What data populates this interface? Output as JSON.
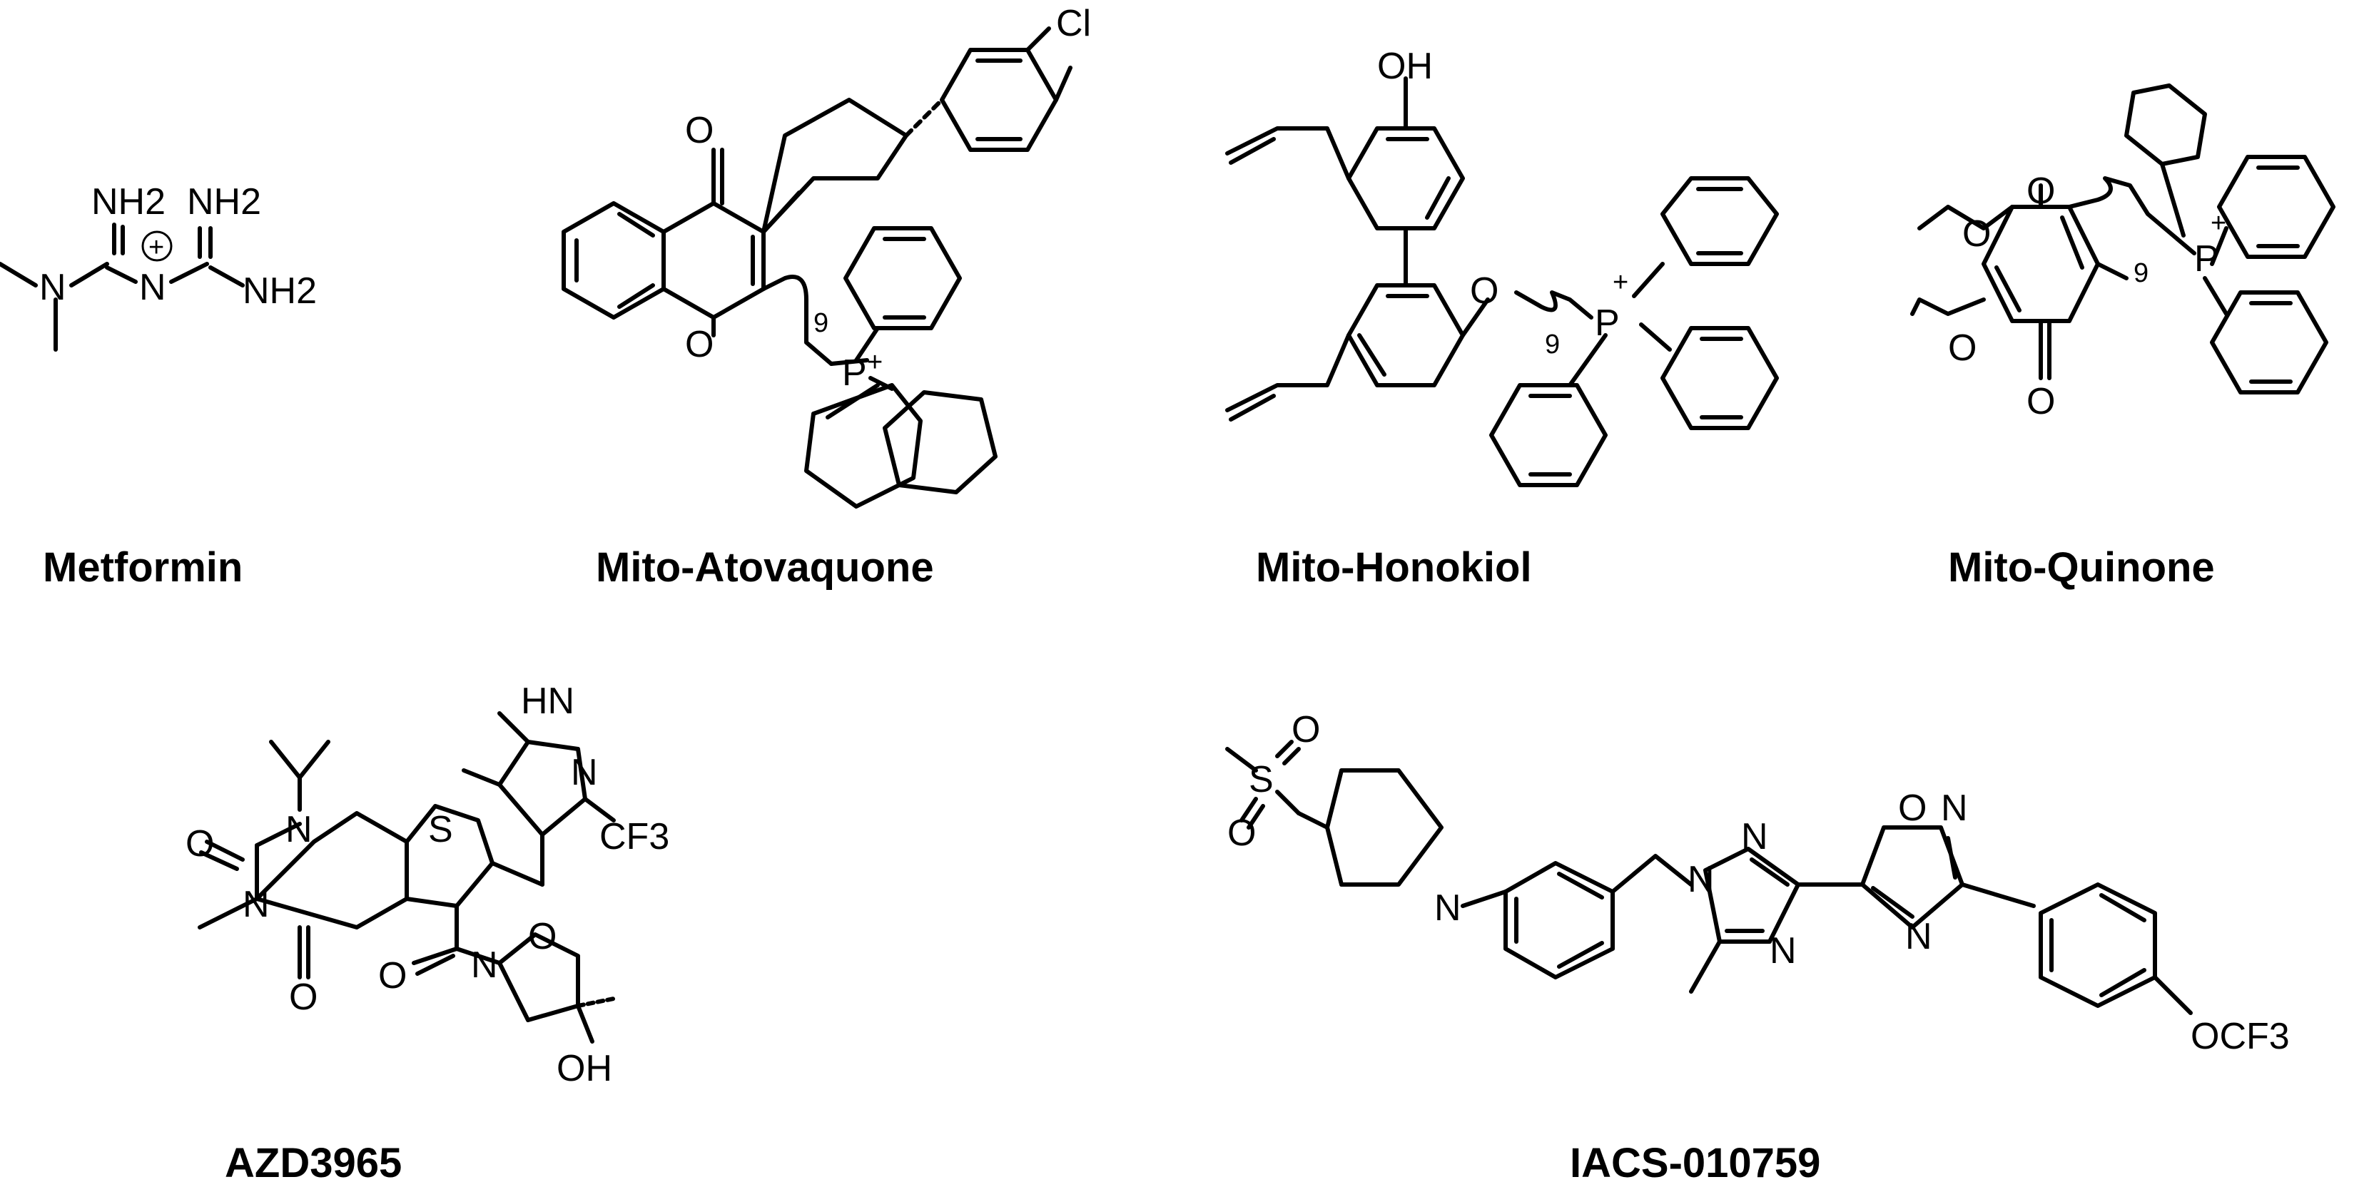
{
  "figure": {
    "compounds": [
      {
        "id": "metformin",
        "name": "Metformin",
        "labels": {
          "nh2_a": "NH2",
          "nh2_b": "NH2",
          "nh2_c": "NH2",
          "n_center": "N",
          "n_left": "N",
          "charge": "+"
        }
      },
      {
        "id": "mito-atovaquone",
        "name": "Mito-Atovaquone",
        "labels": {
          "cl": "Cl",
          "o_top": "O",
          "o_bottom": "O",
          "p": "P",
          "charge": "+",
          "chain": "9"
        }
      },
      {
        "id": "mito-honokiol",
        "name": "Mito-Honokiol",
        "labels": {
          "oh": "OH",
          "o": "O",
          "p": "P",
          "charge": "+",
          "chain": "9"
        }
      },
      {
        "id": "mito-quinone",
        "name": "Mito-Quinone",
        "labels": {
          "o_top": "O",
          "o_bottom": "O",
          "ome_top": "O",
          "ome_bottom": "O",
          "p": "P",
          "charge": "+",
          "chain": "9"
        }
      },
      {
        "id": "azd3965",
        "name": "AZD3965",
        "labels": {
          "hn": "HN",
          "n_pyr": "N",
          "cf3": "CF3",
          "s": "S",
          "n1": "N",
          "n3": "N",
          "o_urea": "O",
          "o_keto": "O",
          "o_amide": "O",
          "n_isox": "N",
          "o_isox": "O",
          "oh": "OH"
        }
      },
      {
        "id": "iacs-010759",
        "name": "IACS-010759",
        "labels": {
          "s": "S",
          "o1": "O",
          "o2": "O",
          "n_pip": "N",
          "n_tri1": "N",
          "n_tri2": "N",
          "n_tri3": "N",
          "o_ox": "O",
          "n_ox1": "N",
          "n_ox2": "N",
          "ocf3": "OCF3"
        }
      }
    ]
  }
}
